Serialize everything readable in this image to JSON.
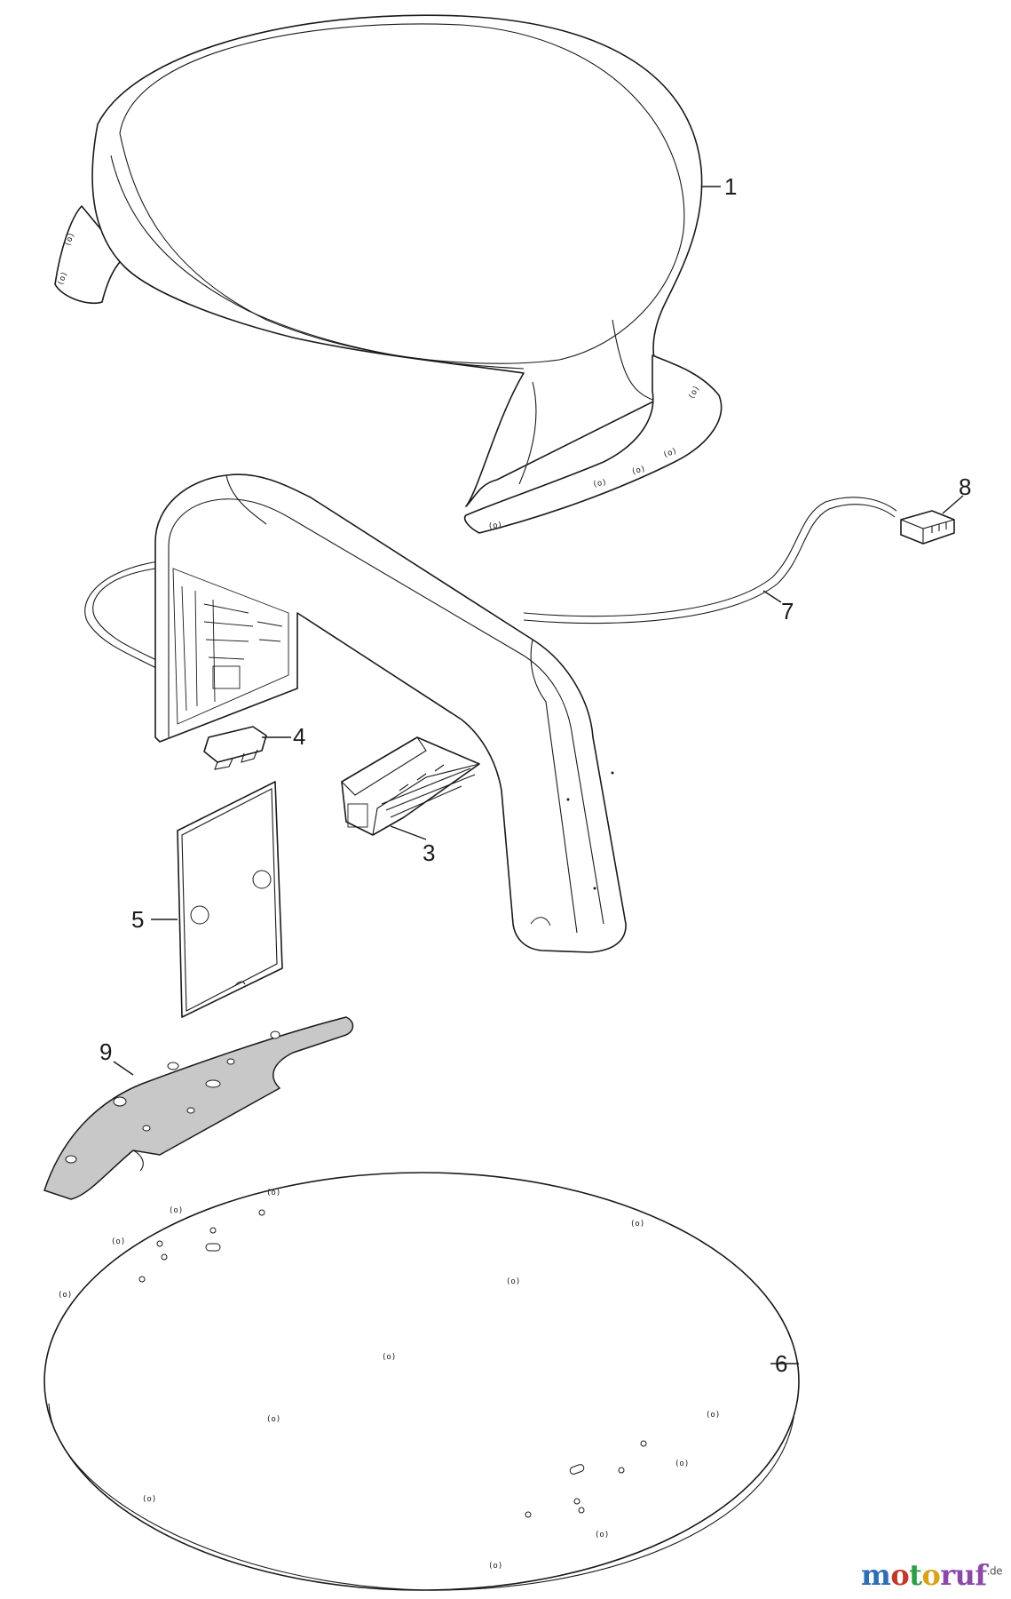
{
  "callouts": [
    {
      "id": "c1",
      "label": "1"
    },
    {
      "id": "c3",
      "label": "3"
    },
    {
      "id": "c4",
      "label": "4"
    },
    {
      "id": "c5",
      "label": "5"
    },
    {
      "id": "c6",
      "label": "6"
    },
    {
      "id": "c7",
      "label": "7"
    },
    {
      "id": "c8",
      "label": "8"
    },
    {
      "id": "c9",
      "label": "9"
    }
  ],
  "watermark": {
    "parts": [
      "m",
      "o",
      "t",
      "o",
      "ruf"
    ],
    "suffix": ".de",
    "colors": [
      "#2f6db5",
      "#c0392b",
      "#2f9d4a",
      "#d9a21b",
      "#8b4aa8"
    ]
  }
}
